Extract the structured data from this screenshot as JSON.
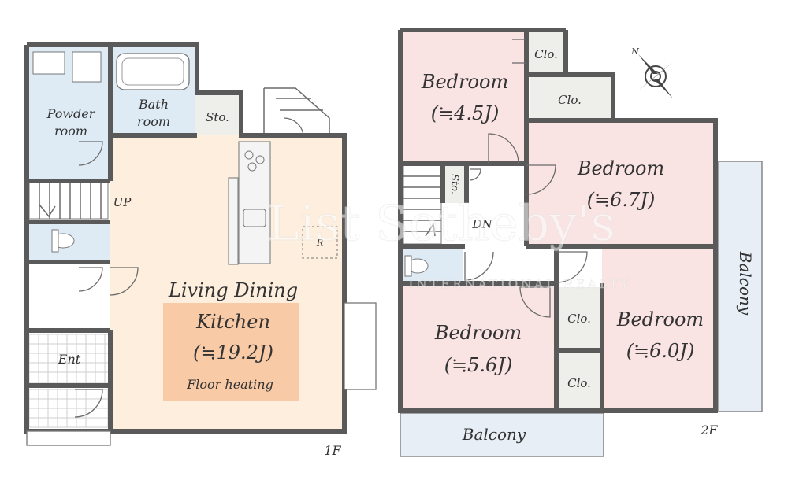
{
  "floors": {
    "first": {
      "label": "1F",
      "rooms": {
        "powder_room_line1": "Powder",
        "powder_room_line2": "room",
        "bath_line1": "Bath",
        "bath_line2": "room",
        "storage": "Sto.",
        "up": "UP",
        "refrigerator": "R",
        "ldk_line1": "Living Dining",
        "ldk_line2": "Kitchen",
        "ldk_size": "(≒19.2J)",
        "floor_heating": "Floor heating",
        "entrance": "Ent"
      }
    },
    "second": {
      "label": "2F",
      "rooms": {
        "bedroom_nw": "Bedroom",
        "bedroom_nw_size": "(≒4.5J)",
        "closet_nw": "Clo.",
        "closet_mid": "Clo.",
        "bedroom_ne": "Bedroom",
        "bedroom_ne_size": "(≒6.7J)",
        "storage": "Sto.",
        "down": "DN",
        "bedroom_sw": "Bedroom",
        "bedroom_sw_size": "(≒5.6J)",
        "closet_s1": "Clo.",
        "closet_s2": "Clo.",
        "bedroom_se": "Bedroom",
        "bedroom_se_size": "(≒6.0J)",
        "balcony_east": "Balcony",
        "balcony_south": "Balcony"
      }
    }
  },
  "watermark": {
    "line1": "List Sotheby's",
    "line2": "INTERNATIONAL REALTY"
  },
  "colors": {
    "ldk": "#fdeedd",
    "floor_heating": "#f9caa6",
    "wet_area": "#deebf5",
    "bedroom": "#f9e3e3",
    "storage": "#eeeeea",
    "balcony": "#e7eef5",
    "wall": "#5a5a5a"
  },
  "icons": [
    "compass-icon"
  ]
}
